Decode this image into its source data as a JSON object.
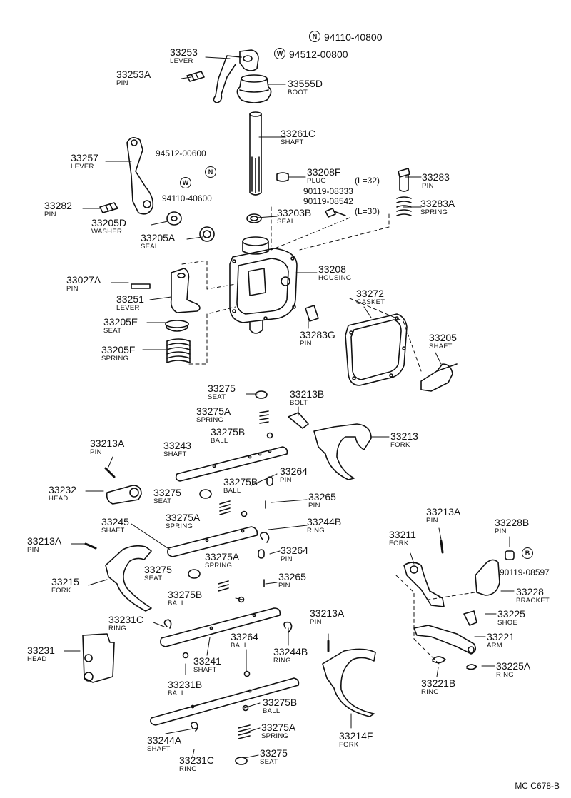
{
  "parts": [
    {
      "num": "33253",
      "name": "LEVER"
    },
    {
      "num": "33253A",
      "name": "PIN"
    },
    {
      "num": "33555D",
      "name": "BOOT"
    },
    {
      "num": "33261C",
      "name": "SHAFT"
    },
    {
      "num": "33257",
      "name": "LEVER"
    },
    {
      "num": "94512-00600",
      "name": ""
    },
    {
      "num": "94110-40600",
      "name": ""
    },
    {
      "num": "33282",
      "name": "PIN"
    },
    {
      "num": "33205D",
      "name": "WASHER"
    },
    {
      "num": "33205A",
      "name": "SEAL"
    },
    {
      "num": "33208F",
      "name": "PLUG"
    },
    {
      "num": "90119-08333",
      "name": ""
    },
    {
      "num": "90119-08542",
      "name": ""
    },
    {
      "num": "(L=32)",
      "name": ""
    },
    {
      "num": "(L=30)",
      "name": ""
    },
    {
      "num": "33203B",
      "name": "SEAL"
    },
    {
      "num": "33283",
      "name": "PIN"
    },
    {
      "num": "33283A",
      "name": "SPRING"
    },
    {
      "num": "33027A",
      "name": "PIN"
    },
    {
      "num": "33251",
      "name": "LEVER"
    },
    {
      "num": "33208",
      "name": "HOUSING"
    },
    {
      "num": "33272",
      "name": "GASKET"
    },
    {
      "num": "33205E",
      "name": "SEAT"
    },
    {
      "num": "33205F",
      "name": "SPRING"
    },
    {
      "num": "33283G",
      "name": "PIN"
    },
    {
      "num": "33205",
      "name": "SHAFT"
    },
    {
      "num": "33275",
      "name": "SEAT"
    },
    {
      "num": "33213B",
      "name": "BOLT"
    },
    {
      "num": "33275A",
      "name": "SPRING"
    },
    {
      "num": "33275B",
      "name": "BALL"
    },
    {
      "num": "33213",
      "name": "FORK"
    },
    {
      "num": "33213A",
      "name": "PIN"
    },
    {
      "num": "33243",
      "name": "SHAFT"
    },
    {
      "num": "33275B",
      "name": "BALL"
    },
    {
      "num": "33264",
      "name": "PIN"
    },
    {
      "num": "33232",
      "name": "HEAD"
    },
    {
      "num": "33275",
      "name": "SEAT"
    },
    {
      "num": "33265",
      "name": "PIN"
    },
    {
      "num": "33275A",
      "name": "SPRING"
    },
    {
      "num": "33245",
      "name": "SHAFT"
    },
    {
      "num": "33244B",
      "name": "RING"
    },
    {
      "num": "33213A",
      "name": "PIN"
    },
    {
      "num": "33264",
      "name": "PIN"
    },
    {
      "num": "33275A",
      "name": "SPRING"
    },
    {
      "num": "33275",
      "name": "SEAT"
    },
    {
      "num": "33215",
      "name": "FORK"
    },
    {
      "num": "33265",
      "name": "PIN"
    },
    {
      "num": "33275B",
      "name": "BALL"
    },
    {
      "num": "33213A",
      "name": "PIN"
    },
    {
      "num": "33211",
      "name": "FORK"
    },
    {
      "num": "33228B",
      "name": "PIN"
    },
    {
      "num": "90119-08597",
      "name": ""
    },
    {
      "num": "33228",
      "name": "BRACKET"
    },
    {
      "num": "33225",
      "name": "SHOE"
    },
    {
      "num": "33221",
      "name": "ARM"
    },
    {
      "num": "33225A",
      "name": "RING"
    },
    {
      "num": "33221B",
      "name": "RING"
    },
    {
      "num": "33231C",
      "name": "RING"
    },
    {
      "num": "33264",
      "name": "BALL"
    },
    {
      "num": "33213A",
      "name": "PIN"
    },
    {
      "num": "33231",
      "name": "HEAD"
    },
    {
      "num": "33241",
      "name": "SHAFT"
    },
    {
      "num": "33244B",
      "name": "RING"
    },
    {
      "num": "33231B",
      "name": "BALL"
    },
    {
      "num": "33275B",
      "name": "BALL"
    },
    {
      "num": "33214F",
      "name": "FORK"
    },
    {
      "num": "33244A",
      "name": "SHAFT"
    },
    {
      "num": "33275A",
      "name": "SPRING"
    },
    {
      "num": "33231C",
      "name": "RING"
    },
    {
      "num": "33275",
      "name": "SEAT"
    }
  ],
  "top_refs": [
    {
      "symbol": "N",
      "code": "94110-40800"
    },
    {
      "symbol": "W",
      "code": "94512-00800"
    }
  ],
  "left_symbols": [
    "W",
    "N"
  ],
  "right_symbol": "B",
  "footer": "MC  C678-B"
}
